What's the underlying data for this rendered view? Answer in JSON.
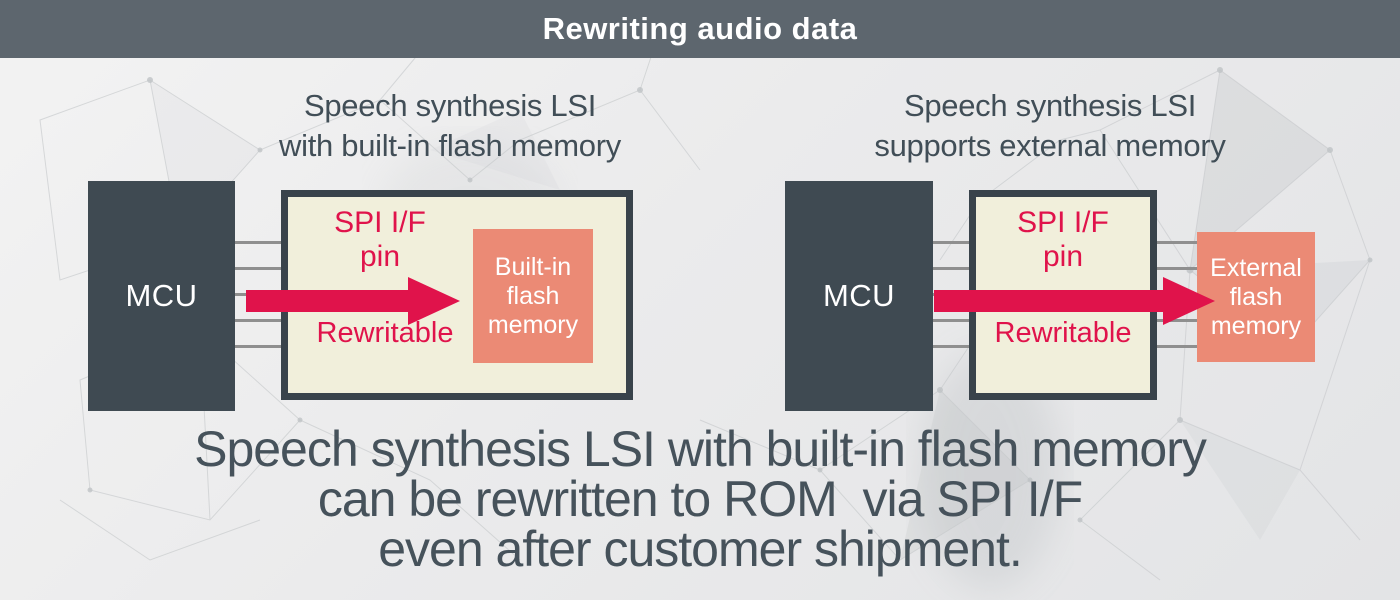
{
  "banner": {
    "title": "Rewriting audio data"
  },
  "left": {
    "heading": [
      "Speech synthesis LSI",
      "with built-in flash memory"
    ],
    "mcu": "MCU",
    "spi": [
      "SPI I/F",
      "pin"
    ],
    "rewritable": "Rewritable",
    "memory": [
      "Built-in",
      "flash",
      "memory"
    ]
  },
  "right": {
    "heading": [
      "Speech synthesis LSI",
      "supports external memory"
    ],
    "mcu": "MCU",
    "spi": [
      "SPI I/F",
      "pin"
    ],
    "rewritable": "Rewritable",
    "memory": [
      "External",
      "flash",
      "memory"
    ]
  },
  "caption": [
    "Speech synthesis LSI with built-in flash memory",
    "can be rewritten to ROM  via SPI I/F",
    "even after customer shipment."
  ],
  "colors": {
    "banner_bg": "#5d666e",
    "dark_box": "#3f4a52",
    "chip_fill": "#f1efdb",
    "chip_border": "#39434b",
    "accent_red": "#e0134b",
    "memory_fill": "#eb8a75",
    "heading_text": "#414e57",
    "caption_text": "#46525b",
    "pin_gray": "#8f8f8f"
  }
}
